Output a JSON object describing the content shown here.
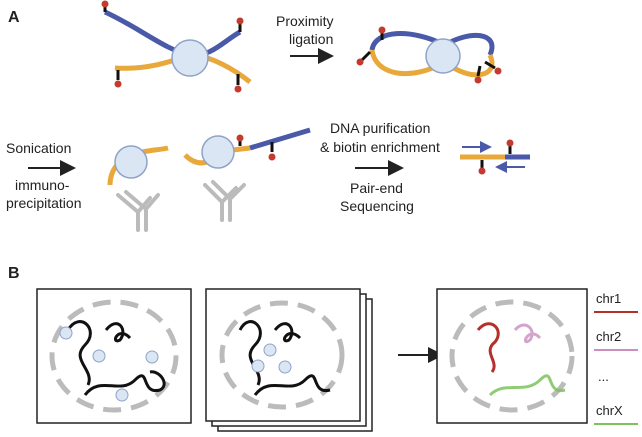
{
  "panels": {
    "a": "A",
    "b": "B"
  },
  "steps": {
    "proximity_1": "Proximity",
    "proximity_2": "ligation",
    "sonication": "Sonication",
    "ip_1": "immuno-",
    "ip_2": "precipitation",
    "purif_1": "DNA purification",
    "purif_2": "& biotin enrichment",
    "seq_1": "Pair-end",
    "seq_2": "Sequencing"
  },
  "ellipsis": "...",
  "legend": {
    "items": [
      {
        "label": "chr1",
        "color": "#b5302a"
      },
      {
        "label": "chr2",
        "color": "#c98fbf"
      },
      {
        "label": "...",
        "color": ""
      },
      {
        "label": "chrX",
        "color": "#7ec25a"
      }
    ]
  },
  "colors": {
    "strand_blue": "#4a5aa8",
    "strand_orange": "#e8a93a",
    "bead": "#dbe6f5",
    "biotin": "#c23b2e"
  }
}
